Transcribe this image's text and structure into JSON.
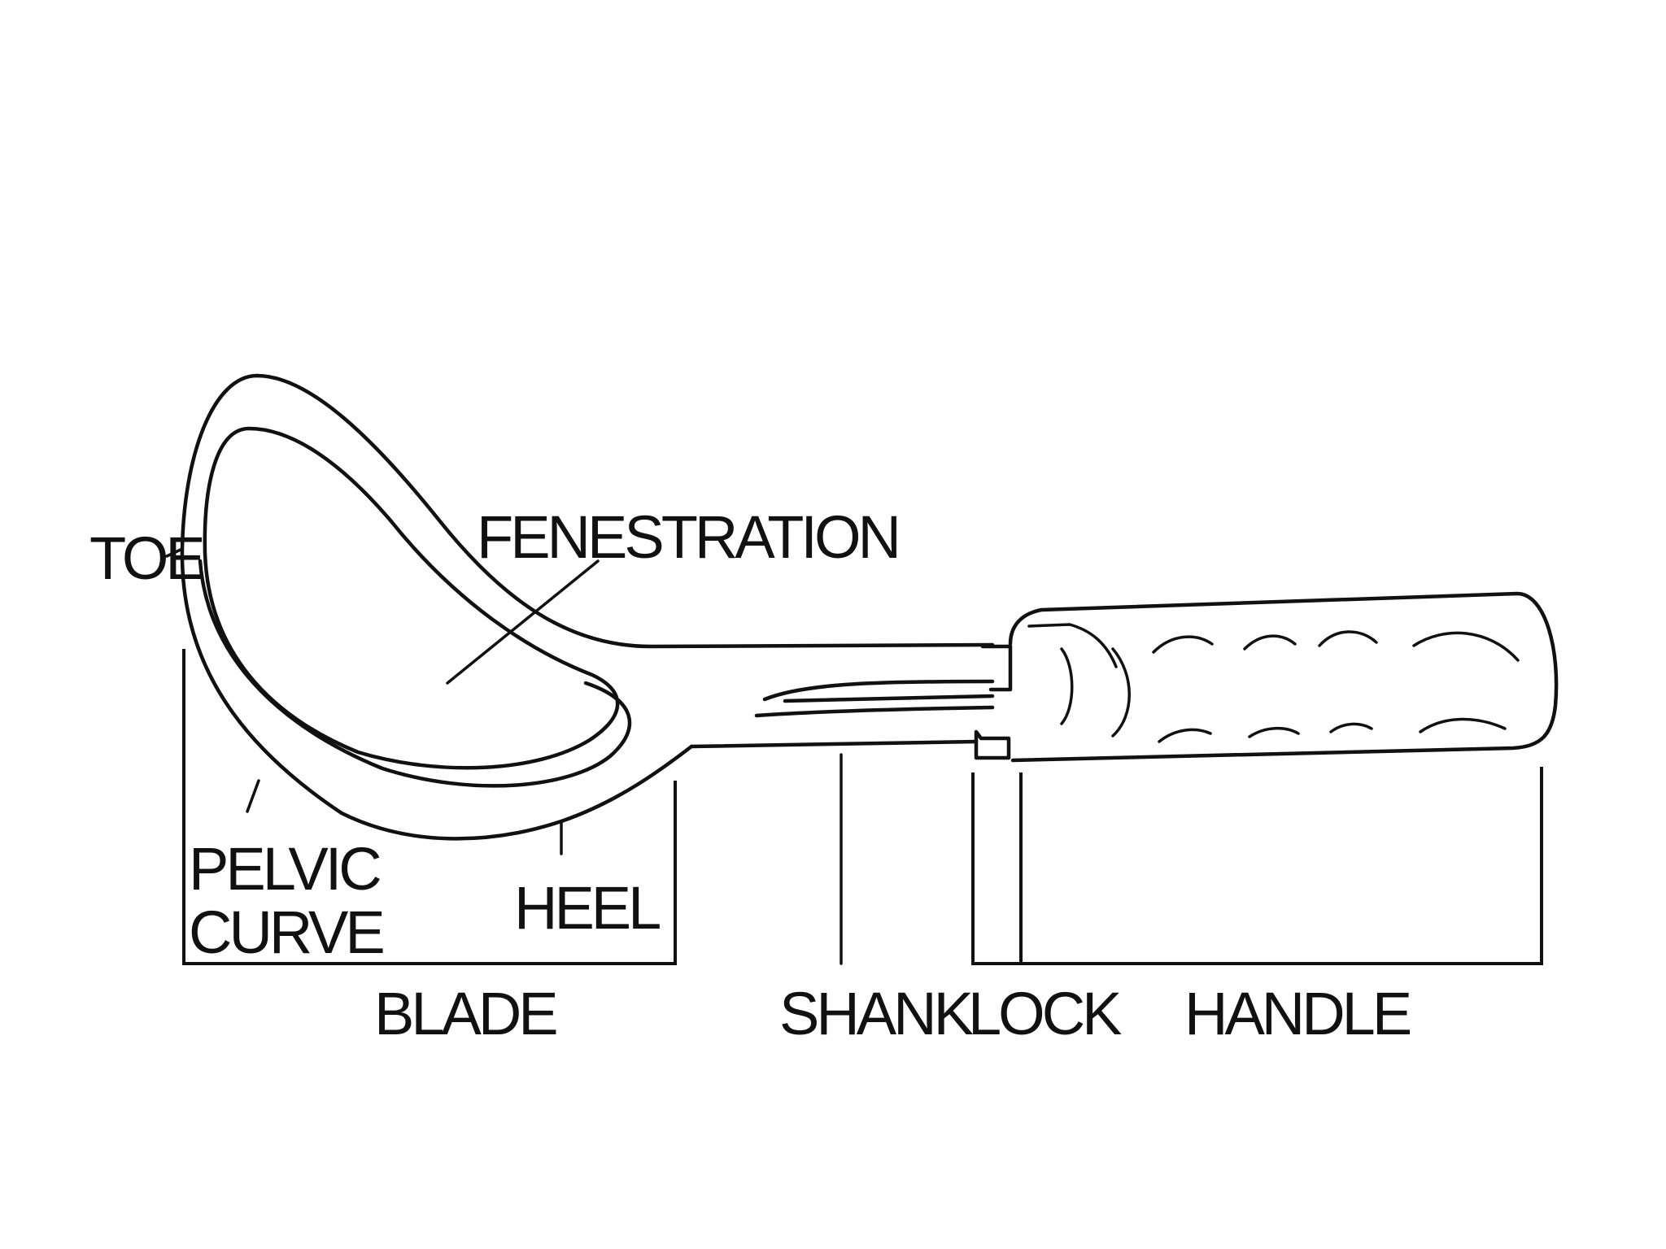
{
  "diagram": {
    "parts": {
      "toe": "TOE",
      "fenestration": "FENESTRATION",
      "pelvic_curve_line1": "PELVIC",
      "pelvic_curve_line2": "CURVE",
      "heel": "HEEL",
      "blade": "BLADE",
      "shank": "SHANK",
      "lock": "LOCK",
      "handle": "HANDLE"
    },
    "colors": {
      "ink": "#111111",
      "background": "#ffffff"
    }
  }
}
